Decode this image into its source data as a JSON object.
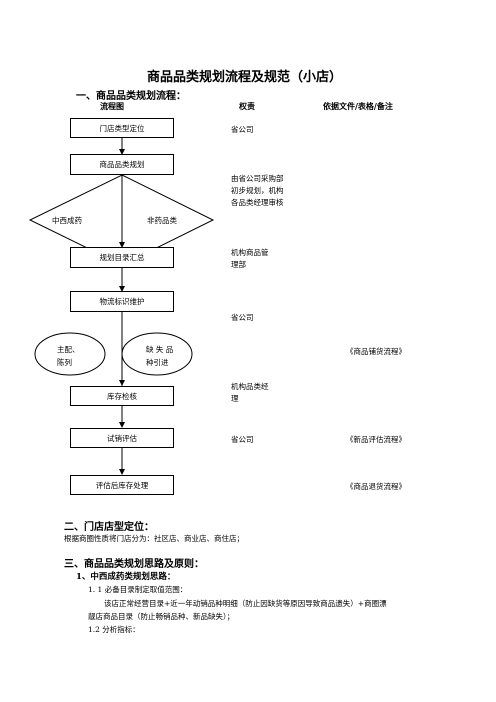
{
  "doc": {
    "title": "商品品类规划流程及规范（小店）",
    "section1": "一、商品品类规划流程：",
    "columns": {
      "flow": "流程图",
      "duty": "权责",
      "ref": "依据文件/表格/备注"
    },
    "flow": {
      "step1": "门店类型定位",
      "step2": "商品品类规划",
      "diamond_left": "中西成药",
      "diamond_right": "非药品类",
      "step3": "规划目录汇总",
      "step4": "物流标识维护",
      "ellipse_left": [
        "主配、",
        "陈列"
      ],
      "ellipse_right": [
        "缺 失 品",
        "种引进"
      ],
      "step5": "库存检核",
      "step6": "试销评估",
      "step7": "评估后库存处理"
    },
    "duty": {
      "d1": "省公司",
      "d2": [
        "由省公司采购部",
        "初步规划，机构",
        "各品类经理审核"
      ],
      "d3": [
        "机构商品管",
        "理部"
      ],
      "d4": "省公司",
      "d5": [
        "机构品类经",
        "理"
      ],
      "d6": "省公司"
    },
    "ref": {
      "r1": "《商品铺货流程》",
      "r2": "《新品评估流程》",
      "r3": "《商品退货流程》"
    },
    "section2": "二、门店店型定位：",
    "section2_text": "根据商圈性质将门店分为：社区店、商业店、商住店；",
    "section3": "三、商品品类规划思路及原则：",
    "sub1": "1、中西成药类规划思路：",
    "p11": "1. 1 必备目录制定取值范围：",
    "p11_line1": "该店正常经营目录+近一年动销品种明细（防止因缺货等原因导致商品遗失）+商圈漂",
    "p11_line2": "靓店商品目录（防止畅销品种、新品缺失）；",
    "p12": "1.2 分析指标："
  }
}
